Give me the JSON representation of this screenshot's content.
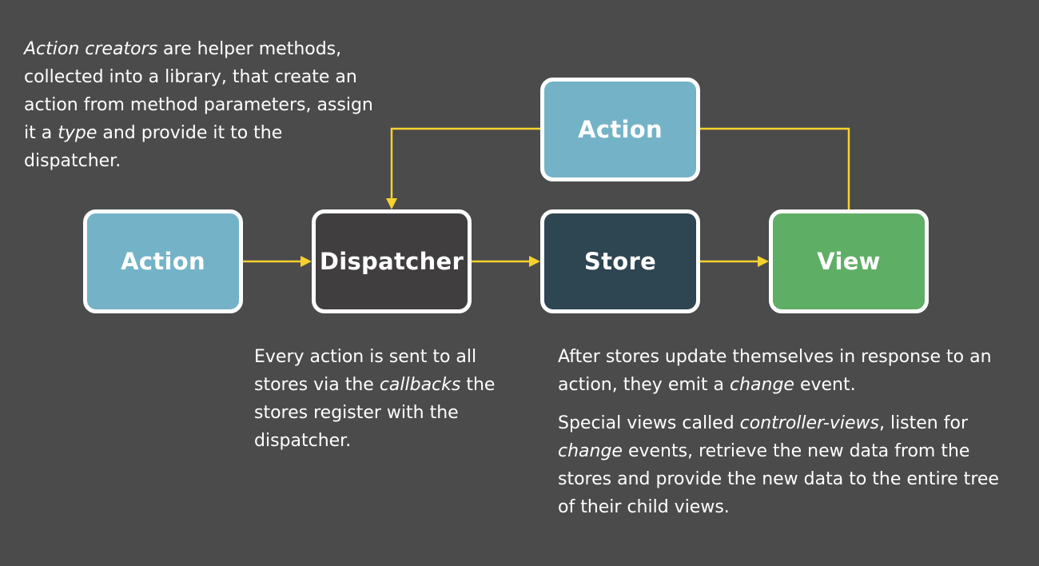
{
  "colors": {
    "background": "#4b4b4c",
    "arrow": "#f5d230",
    "border": "#ffffff",
    "action": "#74b3c7",
    "dispatcher": "#413e3f",
    "store": "#2e4552",
    "view": "#5fae65"
  },
  "nodes": {
    "action_top": "Action",
    "action": "Action",
    "dispatcher": "Dispatcher",
    "store": "Store",
    "view": "View"
  },
  "notes": {
    "action_creators": {
      "em1": "Action creators",
      "t1": " are helper methods, collected into a library, that create an action from method parameters, assign it a ",
      "em2": "type",
      "t2": " and provide it to the dispatcher."
    },
    "dispatcher": {
      "t1": "Every action is sent to all stores via the ",
      "em1": "callbacks",
      "t2": " the stores register with the dispatcher."
    },
    "store": {
      "t1": "After stores update themselves in response to an action, they emit a ",
      "em1": "change",
      "t2": " event."
    },
    "controller_views": {
      "t1": "Special views called ",
      "em1": "controller-views",
      "t2": ", listen for ",
      "em2": "change",
      "t3": " events, retrieve the new data from the stores and provide the new data to the entire tree of their child views."
    }
  }
}
